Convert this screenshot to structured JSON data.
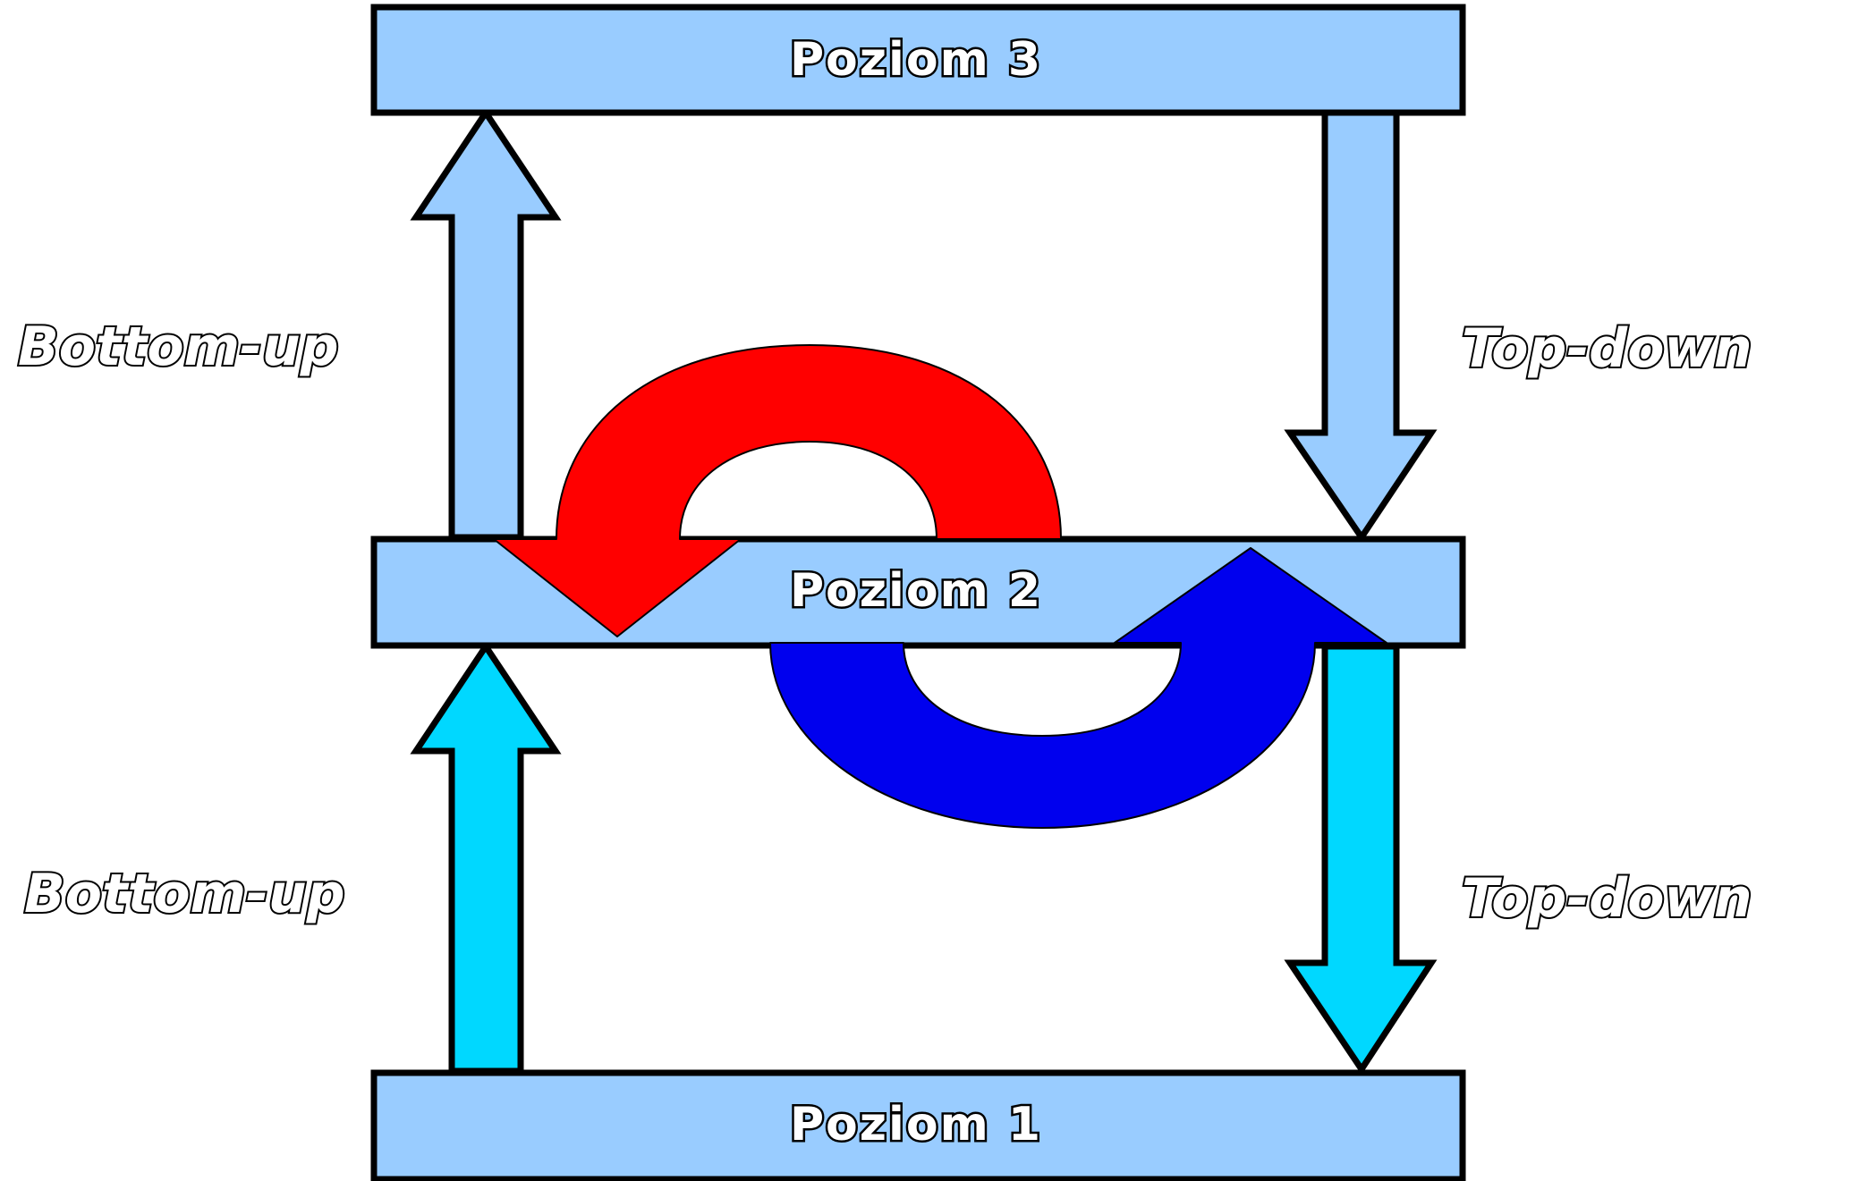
{
  "levels": {
    "level_3": "Poziom 3",
    "level_2": "Poziom 2",
    "level_1": "Poziom 1"
  },
  "side_labels": {
    "upper_left": "Bottom-up",
    "lower_left": "Bottom-up",
    "upper_right": "Top-down",
    "lower_right": "Top-down"
  },
  "colors": {
    "level_box_fill": "#99ccff",
    "upper_arrow_fill": "#99ccff",
    "lower_arrow_fill": "#00d8ff",
    "curved_arrow_down": "#ff0000",
    "curved_arrow_up": "#0000ee",
    "outline": "#000000",
    "label_text_fill": "#ffffff"
  }
}
